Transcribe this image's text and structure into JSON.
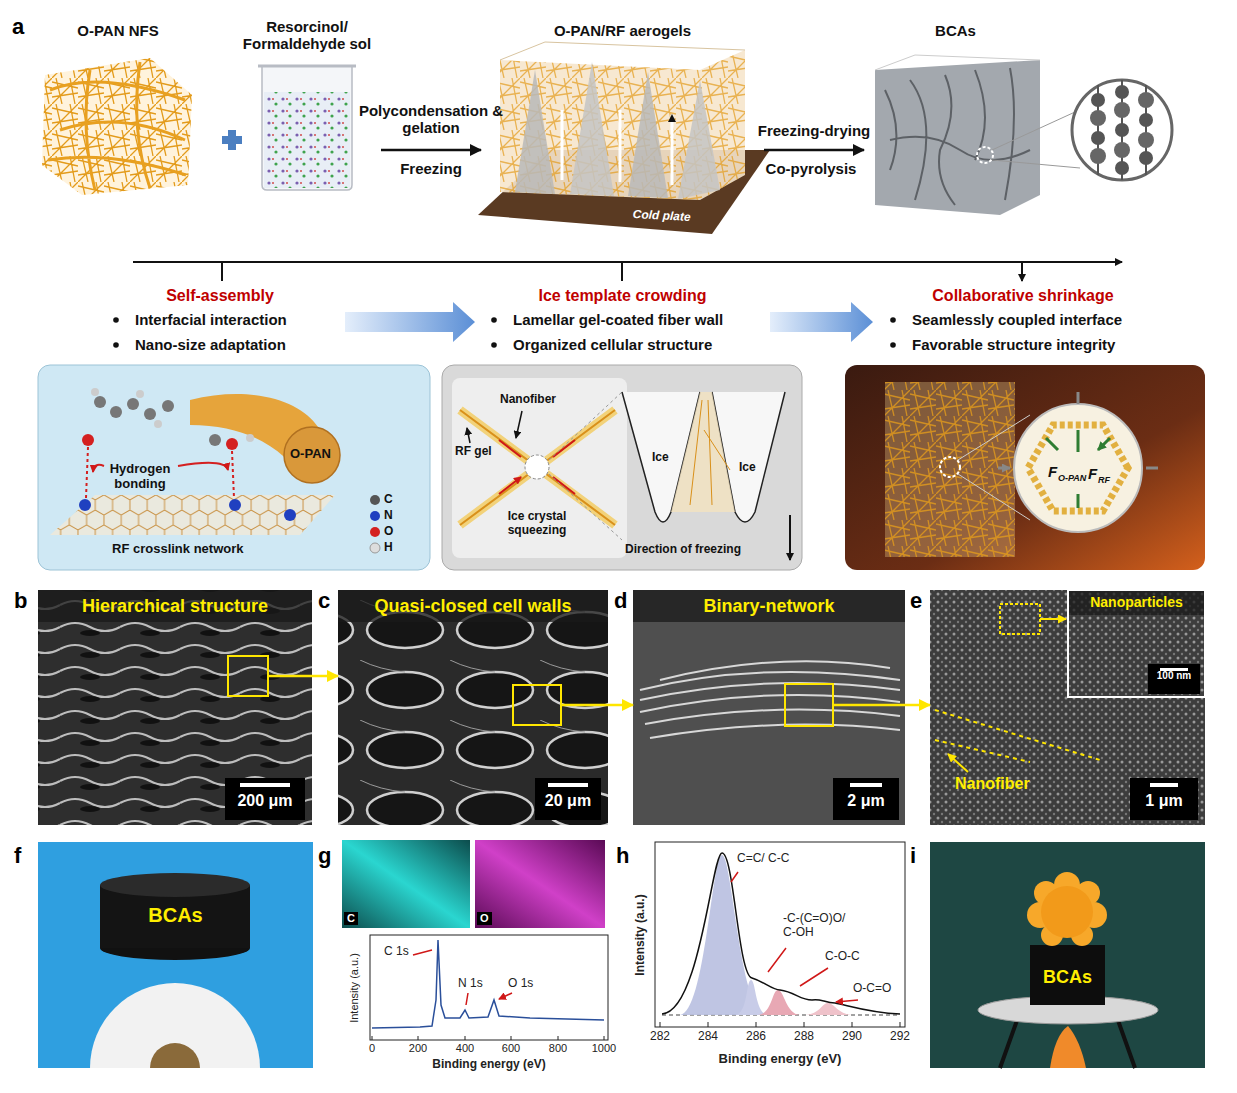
{
  "diagram": {
    "nodes": [
      {
        "text": [
          "O-PAN NFS"
        ]
      },
      {
        "text": [
          "Resorcinol/ Formaldehyde sol"
        ]
      },
      {
        "text": [
          "O-PAN/RF aerogels",
          "Cold plate"
        ]
      },
      {
        "text": [
          "BCAs"
        ]
      },
      {
        "text": [
          "Self-assembly",
          "Interfacial interaction",
          "Nano-size adaptation"
        ]
      },
      {
        "text": [
          "Ice template crowding",
          "Lamellar gel-coated fiber wall",
          "Organized cellular structure"
        ]
      },
      {
        "text": [
          "Collaborative shrinkage",
          "Seamlessly coupled interface",
          "Favorable structure integrity"
        ]
      },
      {
        "text": [
          "Hydrogen bonding",
          "O-PAN",
          "RF crosslink network",
          "C",
          "N",
          "O",
          "H"
        ]
      },
      {
        "text": [
          "Nanofiber",
          "RF gel",
          "Ice crystal squeezing",
          "Ice",
          "Ice",
          "Direction of freezing"
        ]
      },
      {
        "text": [
          "F",
          "O-PAN",
          "F",
          "RF"
        ]
      },
      {
        "text": [
          "Hierarchical structure",
          "200 μm"
        ]
      },
      {
        "text": [
          "Quasi-closed cell walls",
          "20 μm"
        ]
      },
      {
        "text": [
          "Binary-network",
          "2 μm"
        ]
      },
      {
        "text": [
          "Nanofiber",
          "1 μm"
        ]
      },
      {
        "text": [
          "Nanoparticles",
          "100 nm"
        ],
        "in": 13
      },
      {
        "text": [
          "BCAs"
        ]
      },
      {
        "text": [
          "C"
        ]
      },
      {
        "text": [
          "O"
        ]
      },
      {
        "text": [
          "C 1s",
          "N 1s",
          "O 1s"
        ]
      },
      {
        "text": [
          "C=C/ C-C",
          "-C-(C=O)O/ C-OH",
          "C-O-C",
          "O-C=O"
        ]
      },
      {
        "text": [
          "BCAs"
        ]
      }
    ],
    "edges": [
      {
        "from": 1,
        "to": 2,
        "label": "Polycondensation & gelation",
        "arrow": "to"
      },
      {
        "from": 2,
        "to": 3,
        "label": "Freezing-drying",
        "arrow": "to"
      },
      {
        "from": 4,
        "to": 5,
        "arrow": "to"
      },
      {
        "from": 5,
        "to": 6,
        "arrow": "to"
      },
      {
        "from": 10,
        "to": 11,
        "arrow": "to"
      },
      {
        "from": 11,
        "to": 12,
        "arrow": "to"
      },
      {
        "from": 12,
        "to": 13,
        "arrow": "to"
      }
    ],
    "labels": [
      "a",
      "Freezing",
      "Co-pyrolysis",
      "b",
      "c",
      "d",
      "e",
      "f",
      "g",
      "h",
      "i",
      "Intensity (a.u.)",
      "Binding energy (eV)",
      "0",
      "200",
      "400",
      "600",
      "800",
      "1000",
      "Intensity (a.u.)",
      "Binding energy (eV)",
      "282",
      "284",
      "286",
      "288",
      "290",
      "292"
    ]
  }
}
